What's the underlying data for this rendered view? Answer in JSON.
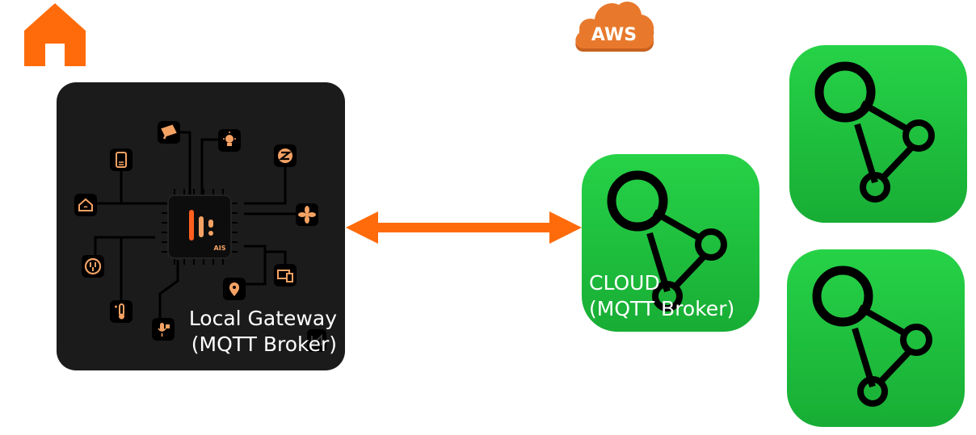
{
  "gateway": {
    "title": "Local Gateway",
    "subtitle": "(MQTT Broker)",
    "chip_label": "AIS"
  },
  "cloud": {
    "provider_badge": "AWS",
    "title": "CLOUD",
    "subtitle": "(MQTT Broker)"
  },
  "icons": {
    "home": "home-icon",
    "aws": "aws-cloud-icon",
    "connection": "bidirectional-arrow",
    "broker": "mqtt-network-icon"
  },
  "colors": {
    "accent_orange": "#ff6b0a",
    "gateway_background": "#1b1b1b",
    "gateway_trace": "#000000",
    "gateway_icon": "#f4a264",
    "tile_green": "#22c840",
    "aws_orange": "#e8792c"
  }
}
